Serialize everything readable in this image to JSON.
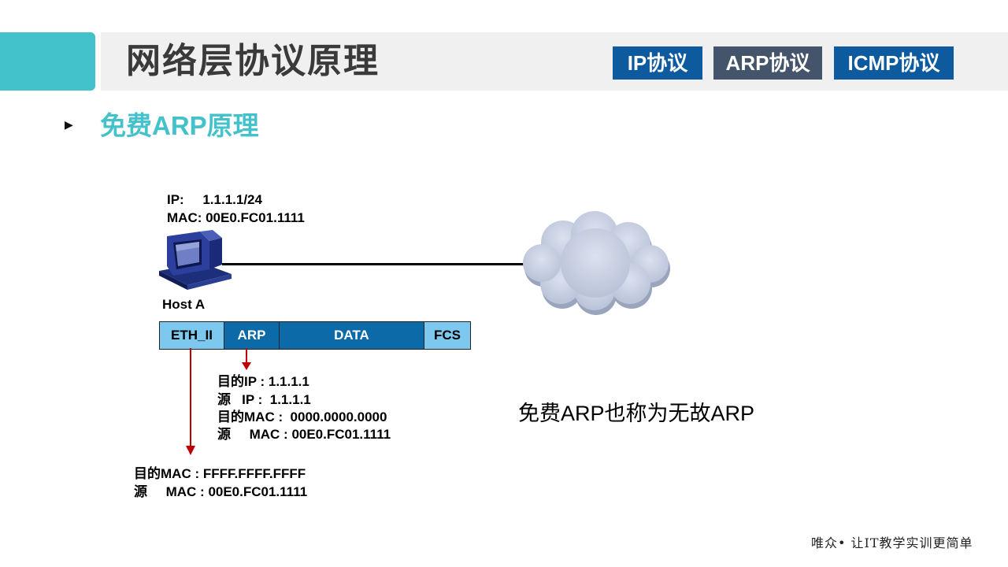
{
  "header": {
    "title": "网络层协议原理",
    "tabs": [
      {
        "label": "IP协议",
        "active": false
      },
      {
        "label": "ARP协议",
        "active": true
      },
      {
        "label": "ICMP协议",
        "active": false
      }
    ]
  },
  "section": {
    "heading": "免费ARP原理"
  },
  "host": {
    "ip_line": "IP:     1.1.1.1/24",
    "mac_line": "MAC: 00E0.FC01.1111",
    "label": "Host A"
  },
  "frame": {
    "fields": [
      {
        "label": "ETH_II"
      },
      {
        "label": "ARP"
      },
      {
        "label": "DATA"
      },
      {
        "label": "FCS"
      }
    ]
  },
  "arp_details": [
    "目的IP : 1.1.1.1",
    "源   IP :  1.1.1.1",
    "目的MAC :  0000.0000.0000",
    "源     MAC : 00E0.FC01.1111"
  ],
  "eth_details": [
    "目的MAC : FFFF.FFFF.FFFF",
    "源     MAC : 00E0.FC01.1111"
  ],
  "note": "免费ARP也称为无故ARP",
  "footer": {
    "slogan": "唯众• 让IT教学实训更简单"
  },
  "colors": {
    "accent": "#44c2cc",
    "tab_normal": "#0d5a9e",
    "tab_active": "#44546a",
    "frame_light": "#7dc8ef",
    "frame_dark": "#0d6aa8",
    "arrow": "#c00000"
  },
  "icons": {
    "host": "computer-icon",
    "network": "cloud-icon"
  }
}
